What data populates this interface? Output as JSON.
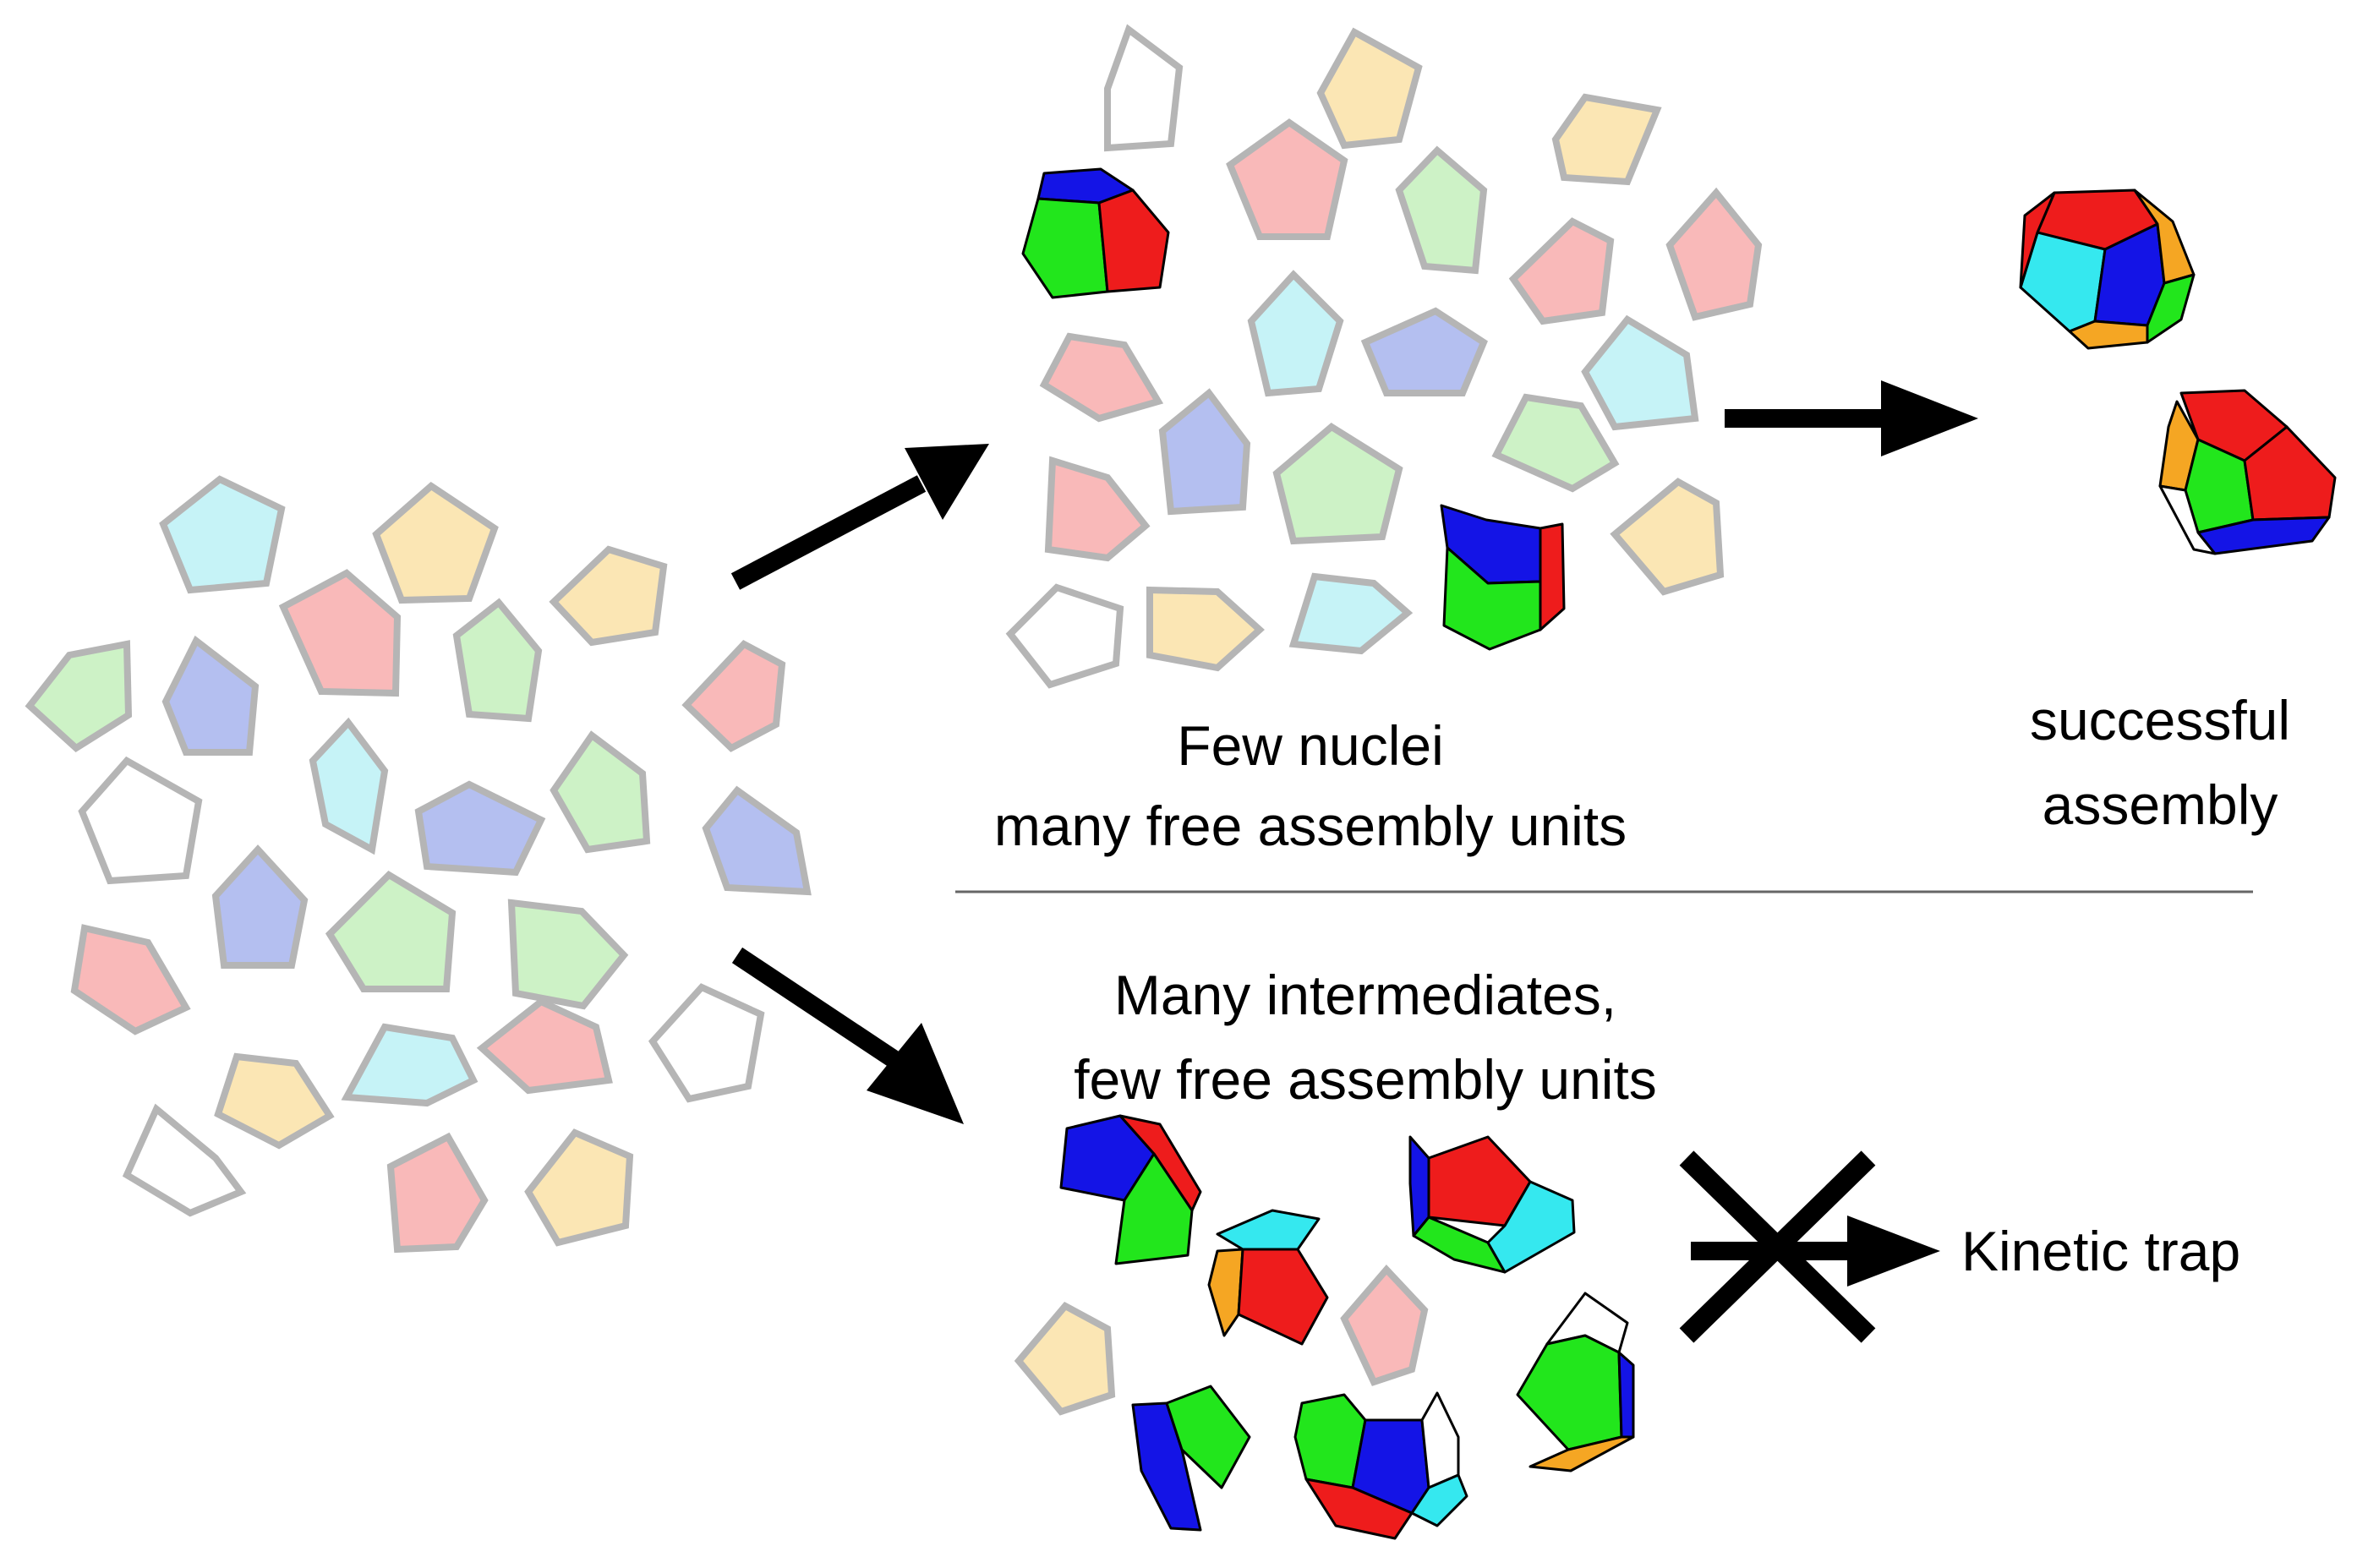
{
  "labels": {
    "few_nuclei_line1": "Few nuclei",
    "few_nuclei_line2": "many free assembly units",
    "successful_line1": "successful",
    "successful_line2": "assembly",
    "many_intermediates_line1": "Many intermediates,",
    "many_intermediates_line2": "few free assembly units",
    "kinetic_trap": "Kinetic trap"
  },
  "colors": {
    "free_unit_fills": {
      "cyan": "#c6f3f7",
      "yellow": "#fbe6b4",
      "pink": "#f9b9b9",
      "green": "#cdf2c6",
      "blue": "#b4bff0",
      "white": "#ffffff"
    },
    "free_unit_stroke": "#b5b5b5",
    "assembly_face_colors": {
      "red": "#ee1c1c",
      "green": "#22e61c",
      "blue": "#1414e6",
      "cyan": "#35e8ef",
      "orange": "#f5a623",
      "white": "#ffffff"
    },
    "arrow": "#000000",
    "divider": "#666666"
  }
}
